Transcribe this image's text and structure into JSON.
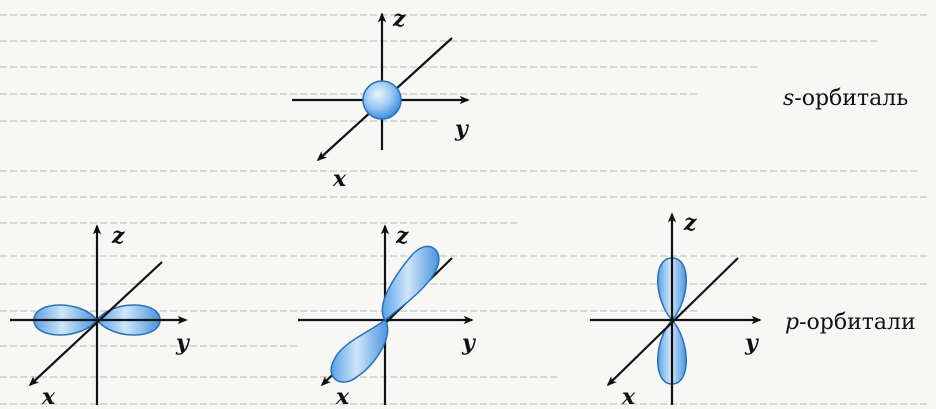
{
  "captions": {
    "s_letter": "s",
    "s_word": "-орбиталь",
    "p_letter": "p",
    "p_word": "-орбитали"
  },
  "axes": {
    "x": "x",
    "y": "y",
    "z": "z"
  },
  "colors": {
    "ink": "#111111",
    "orbital_fill_light": "#e4f1ff",
    "orbital_fill_dark": "#3f8fe0",
    "background": "#f7f7f5"
  }
}
